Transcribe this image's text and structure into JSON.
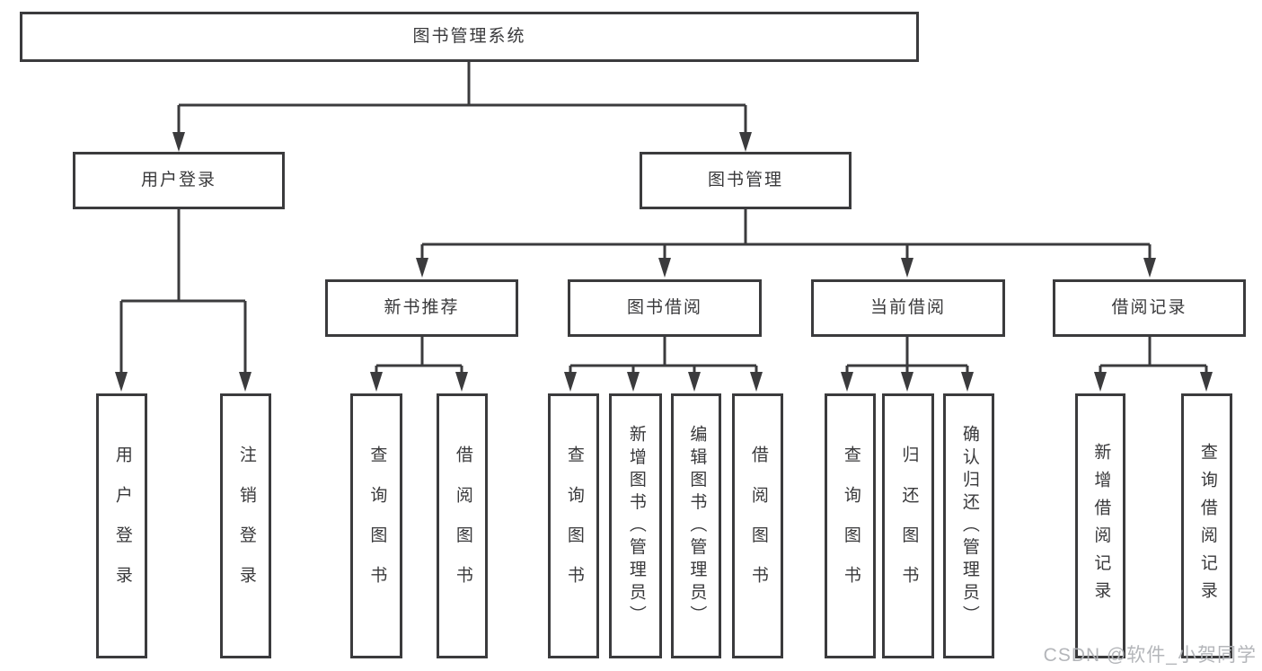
{
  "diagram": {
    "type": "hierarchy-tree",
    "title": "图书管理系统",
    "nodes": {
      "root": "图书管理系统",
      "user_login": "用户登录",
      "book_mgmt": "图书管理",
      "new_book_rec": "新书推荐",
      "book_borrow": "图书借阅",
      "current_borrow": "当前借阅",
      "borrow_records": "借阅记录",
      "leaf_user_login": "用户登录",
      "leaf_logout": "注销登录",
      "rec_query_book": "查询图书",
      "rec_borrow_book": "借阅图书",
      "bb_query_book": "查询图书",
      "bb_add_book": "新增图书（管理员）",
      "bb_edit_book": "编辑图书（管理员）",
      "bb_borrow_book": "借阅图书",
      "cb_query_book": "查询图书",
      "cb_return_book": "归还图书",
      "cb_confirm_return": "确认归还（管理员）",
      "br_add_record": "新增借阅记录",
      "br_query_record": "查询借阅记录"
    },
    "edges": [
      [
        "图书管理系统",
        "用户登录"
      ],
      [
        "图书管理系统",
        "图书管理"
      ],
      [
        "用户登录",
        "用户登录"
      ],
      [
        "用户登录",
        "注销登录"
      ],
      [
        "图书管理",
        "新书推荐"
      ],
      [
        "图书管理",
        "图书借阅"
      ],
      [
        "图书管理",
        "当前借阅"
      ],
      [
        "图书管理",
        "借阅记录"
      ],
      [
        "新书推荐",
        "查询图书"
      ],
      [
        "新书推荐",
        "借阅图书"
      ],
      [
        "图书借阅",
        "查询图书"
      ],
      [
        "图书借阅",
        "新增图书（管理员）"
      ],
      [
        "图书借阅",
        "编辑图书（管理员）"
      ],
      [
        "图书借阅",
        "借阅图书"
      ],
      [
        "当前借阅",
        "查询图书"
      ],
      [
        "当前借阅",
        "归还图书"
      ],
      [
        "当前借阅",
        "确认归还（管理员）"
      ],
      [
        "借阅记录",
        "新增借阅记录"
      ],
      [
        "借阅记录",
        "查询借阅记录"
      ]
    ],
    "colors": {
      "line": "#3b3b3d",
      "text": "#39393b",
      "box_fill": "#ffffff",
      "background": "#ffffff",
      "watermark": "#b0b2b6"
    },
    "watermark": "CSDN @软件_小贺同学"
  }
}
